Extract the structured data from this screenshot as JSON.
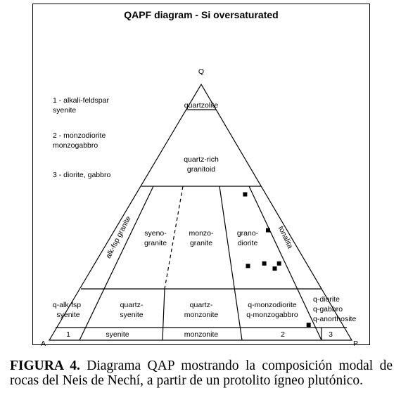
{
  "diagram": {
    "title": "QAPF diagram - Si oversaturated",
    "vertices": {
      "top": "Q",
      "left": "A",
      "right": "P"
    },
    "legend": [
      {
        "line1": "1 - alkali-feldspar",
        "line2": "syenite"
      },
      {
        "line1": "2 - monzodiorite",
        "line2": "monzogabbro"
      },
      {
        "line1": "3 - diorite, gabbro",
        "line2": ""
      }
    ],
    "fields": {
      "quartzolite": "quartzolite",
      "quartz_rich": [
        "quartz-rich",
        "granitoid"
      ],
      "alk_fsp_granite": "alk-fsp granite",
      "syenogranite": [
        "syeno-",
        "granite"
      ],
      "monzogranite": [
        "monzo-",
        "granite"
      ],
      "granodiorite": [
        "grano-",
        "diorite"
      ],
      "tonalite": "tonalita",
      "q_alk_fsp_syenite": [
        "q-alk-fsp",
        "syenite"
      ],
      "quartz_syenite": [
        "quartz-",
        "syenite"
      ],
      "quartz_monzonite": [
        "quartz-",
        "monzonite"
      ],
      "q_monzodiorite": [
        "q-monzodiorite",
        "q-monzogabbro"
      ],
      "q_diorite": [
        "q-diorite",
        "q-gabbro",
        "q-anorthosite"
      ],
      "bottom": [
        "1",
        "syenite",
        "monzonite",
        "2",
        "3"
      ]
    },
    "sample_points": [
      {
        "ap": 0.84,
        "q": 0.57
      },
      {
        "ap": 0.89,
        "q": 0.43
      },
      {
        "ap": 0.72,
        "q": 0.29
      },
      {
        "ap": 0.8,
        "q": 0.3
      },
      {
        "ap": 0.84,
        "q": 0.28
      },
      {
        "ap": 0.87,
        "q": 0.3
      },
      {
        "ap": 0.88,
        "q": 0.06
      }
    ]
  },
  "caption": {
    "label": "FIGURA 4.",
    "text": " Diagrama QAP mostrando la composición modal de rocas del Neis de Nechí, a partir de un protolito ígneo plutónico."
  }
}
